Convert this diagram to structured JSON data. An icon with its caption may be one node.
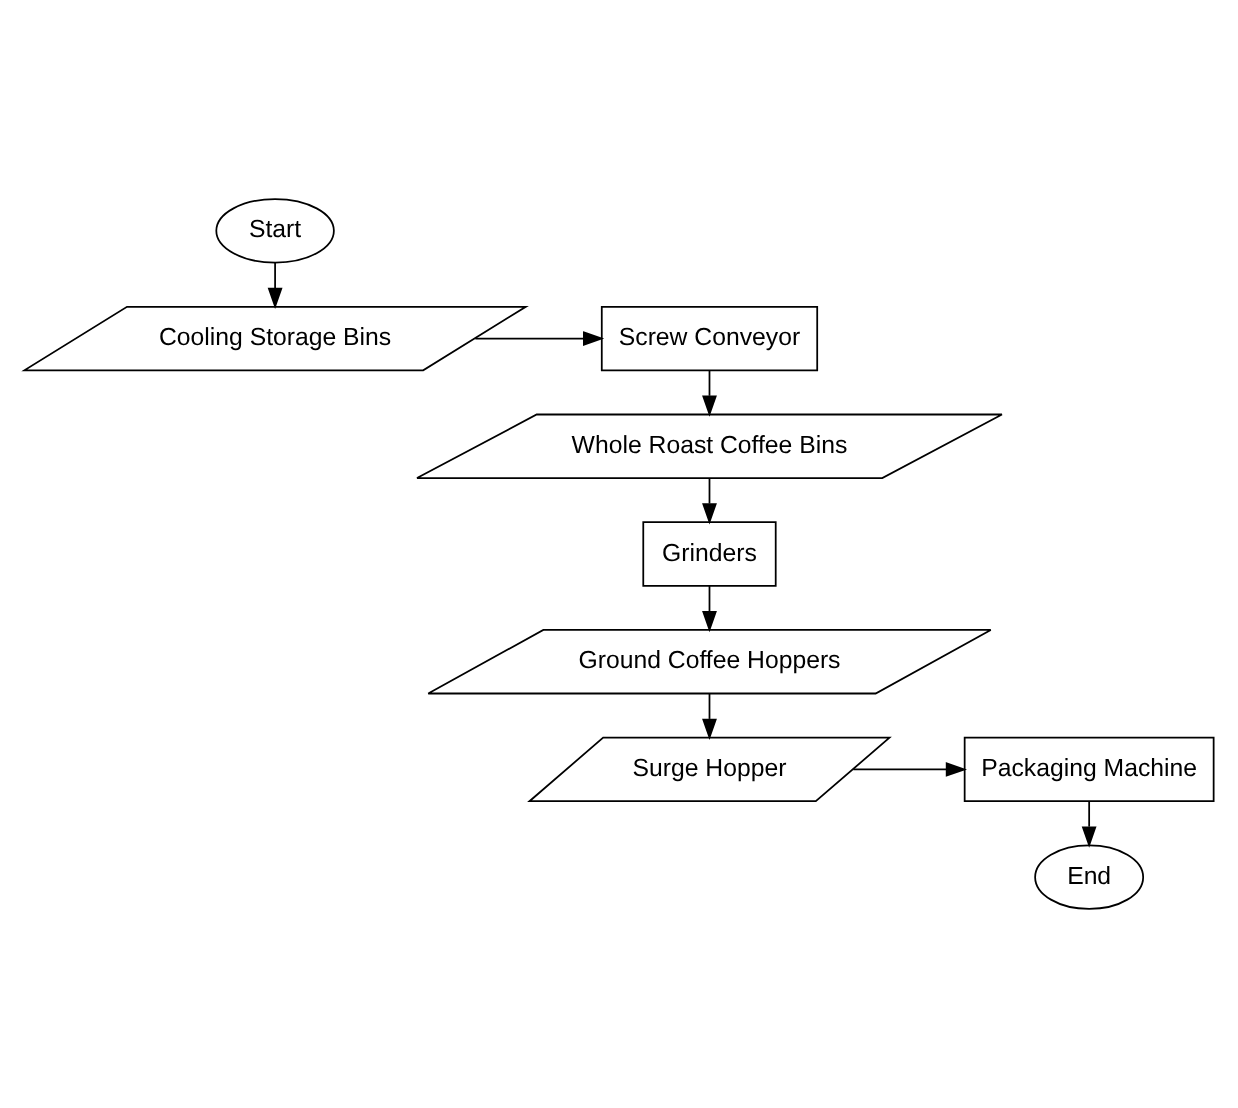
{
  "diagram": {
    "nodes": [
      {
        "text": [
          "Start"
        ]
      },
      {
        "text": [
          "Cooling Storage Bins"
        ]
      },
      {
        "text": [
          "Screw Conveyor"
        ]
      },
      {
        "text": [
          "Whole Roast Coffee Bins"
        ]
      },
      {
        "text": [
          "Grinders"
        ]
      },
      {
        "text": [
          "Ground Coffee Hoppers"
        ]
      },
      {
        "text": [
          "Surge Hopper"
        ]
      },
      {
        "text": [
          "Packaging Machine"
        ]
      },
      {
        "text": [
          "End"
        ]
      }
    ],
    "edges": [
      {
        "from": 0,
        "to": 1,
        "arrow": "to"
      },
      {
        "from": 1,
        "to": 2,
        "arrow": "to"
      },
      {
        "from": 2,
        "to": 3,
        "arrow": "to"
      },
      {
        "from": 3,
        "to": 4,
        "arrow": "to"
      },
      {
        "from": 4,
        "to": 5,
        "arrow": "to"
      },
      {
        "from": 5,
        "to": 6,
        "arrow": "to"
      },
      {
        "from": 6,
        "to": 7,
        "arrow": "to"
      },
      {
        "from": 7,
        "to": 8,
        "arrow": "to"
      }
    ]
  }
}
